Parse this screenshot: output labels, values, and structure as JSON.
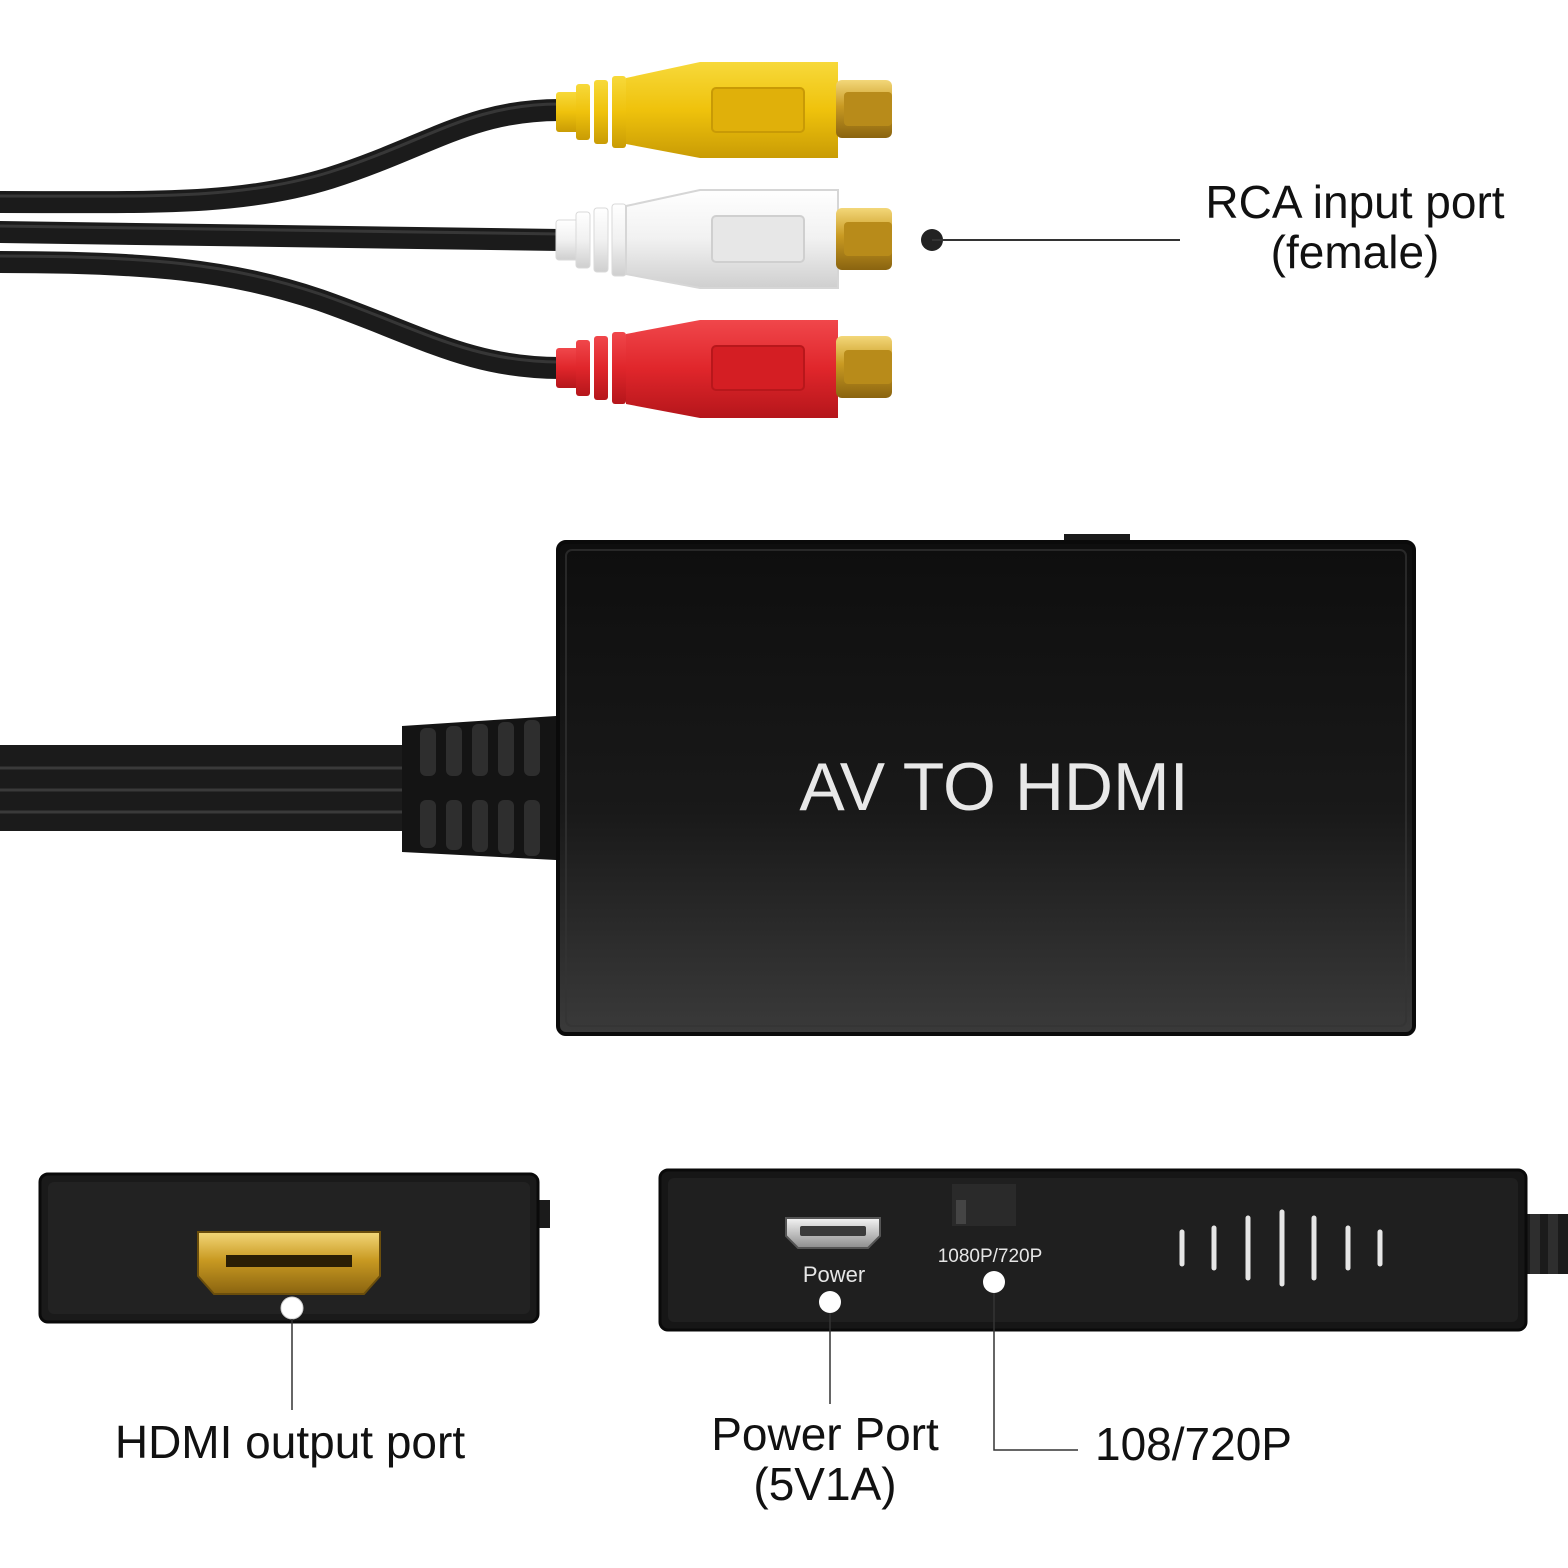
{
  "device": {
    "face_text": "AV TO HDMI",
    "power_port_print": "Power",
    "switch_print": "1080P/720P"
  },
  "callouts": {
    "rca": {
      "line1": "RCA input port",
      "line2": "(female)"
    },
    "hdmi": {
      "line1": "HDMI output port"
    },
    "power": {
      "line1": "Power Port",
      "line2": "(5V1A)"
    },
    "resolution": {
      "line1": "108/720P"
    }
  },
  "colors": {
    "rca_video": "#f2c811",
    "rca_audio_left": "#efefef",
    "rca_audio_right": "#e0262b",
    "gold_contact": "#d4a52a",
    "housing": "#151515",
    "cable": "#1b1b1b"
  }
}
